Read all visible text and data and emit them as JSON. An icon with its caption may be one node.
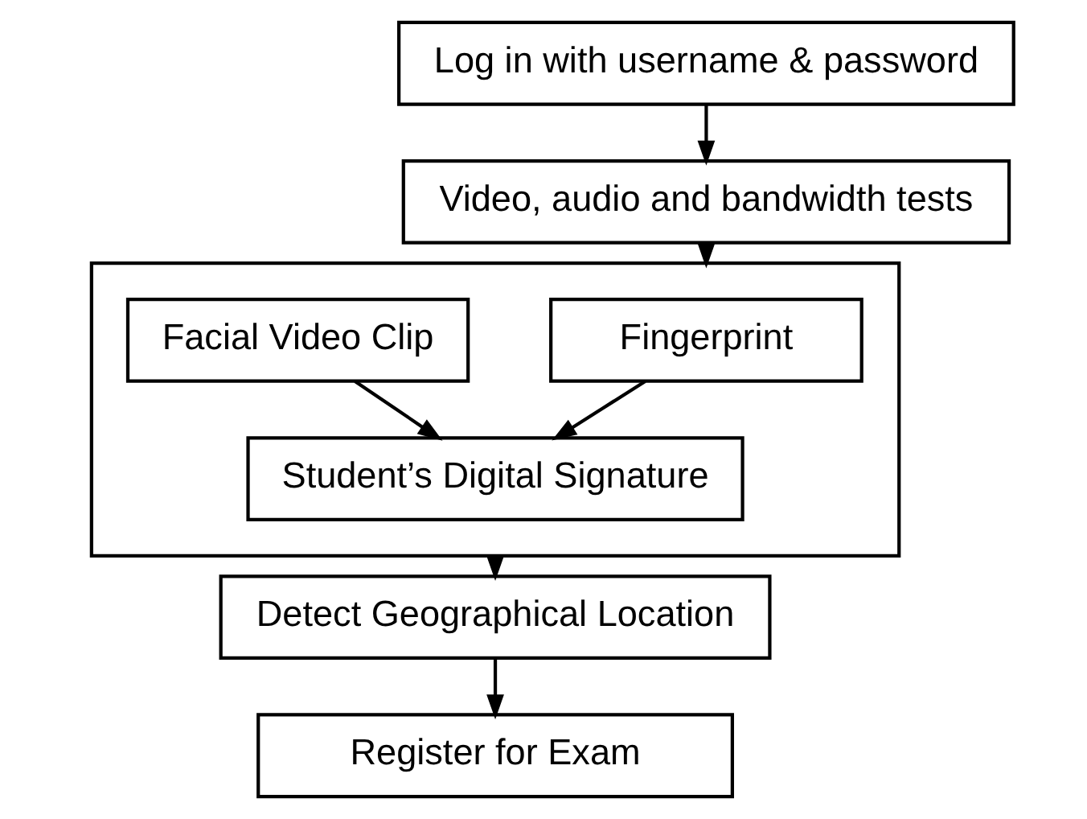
{
  "diagram": {
    "nodes": [
      {
        "text": [
          "Log in with username & password"
        ]
      },
      {
        "text": [
          "Video, audio and bandwidth tests"
        ]
      },
      {
        "text": [],
        "shape": "box"
      },
      {
        "text": [
          "Fingerprint"
        ],
        "in": 2
      },
      {
        "text": [
          "Student’s Digital Signature"
        ],
        "in": 2
      },
      {
        "text": [
          "Facial Video Clip"
        ],
        "in": 2
      },
      {
        "text": [
          "Detect Geographical Location"
        ]
      },
      {
        "text": [
          "Register for Exam"
        ]
      }
    ],
    "edges": [
      {
        "from": 0,
        "to": 1,
        "arrow": "to"
      },
      {
        "from": 1,
        "to": 2,
        "arrow": "to"
      },
      {
        "from": 3,
        "to": 4,
        "arrow": "to"
      },
      {
        "from": 5,
        "to": 4,
        "arrow": "to"
      },
      {
        "from": 2,
        "to": 6,
        "arrow": "to"
      },
      {
        "from": 6,
        "to": 7,
        "arrow": "to"
      }
    ]
  }
}
